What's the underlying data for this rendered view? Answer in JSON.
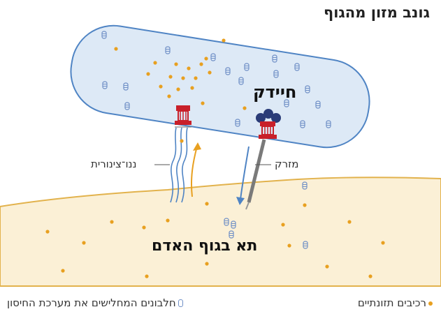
{
  "title": "גונב מזון מהגוף",
  "labels": {
    "bacterium": "חיידק",
    "nanotube": "ננו־צינורית",
    "injector": "מזרק",
    "human_cell": "תא בגוף האדם"
  },
  "legend": {
    "nutrients": "רכיבים תזונתיים",
    "immune_proteins": "חלבונים המחלישים את מערכת החיסון"
  },
  "icons": {
    "nutrient": "orange-dot",
    "immune_protein": "blue-capsule"
  },
  "colors": {
    "bacterium_fill": "#dde9f6",
    "bacterium_stroke": "#4f84c4",
    "cell_fill": "#fbf0d6",
    "cell_edge": "#e2b24c",
    "nutrient": "#e8a020",
    "immune_protein": "#6f8fc6",
    "complex_red": "#c8202a",
    "injector_dark": "#2a3c78",
    "arrow_orange": "#e8a020",
    "arrow_blue": "#4f84c4"
  }
}
